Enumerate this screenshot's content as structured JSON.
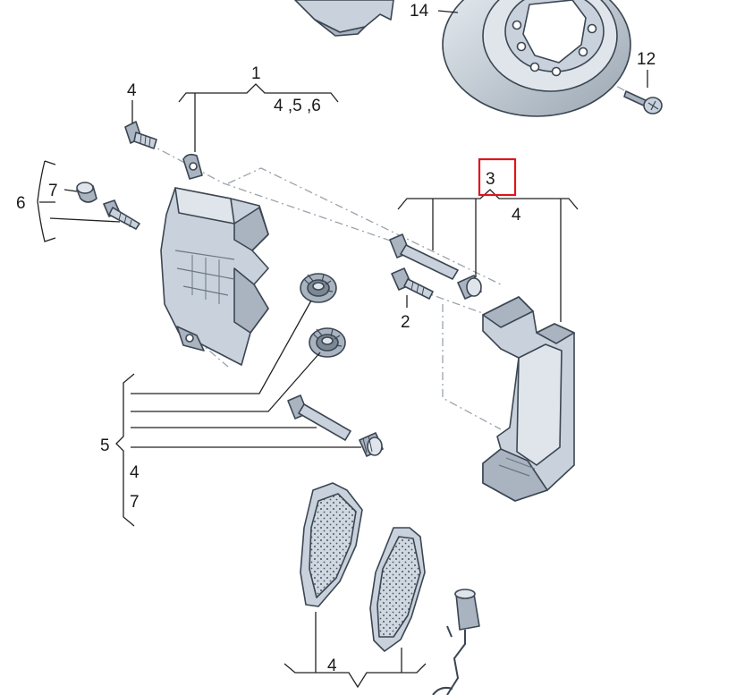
{
  "diagram": {
    "callouts": {
      "c1": "1",
      "c1_sub": "4 ,5 ,6",
      "c2": "2",
      "c3": "3",
      "c3_sub": "4",
      "c4_bolt": "4",
      "c5": "5",
      "c5_sub4": "4",
      "c5_sub7": "7",
      "c6": "6",
      "c7": "7",
      "c12": "12",
      "c14": "14",
      "pads_sub": "4"
    },
    "highlight": {
      "target": "3",
      "color": "#e0141e"
    }
  }
}
